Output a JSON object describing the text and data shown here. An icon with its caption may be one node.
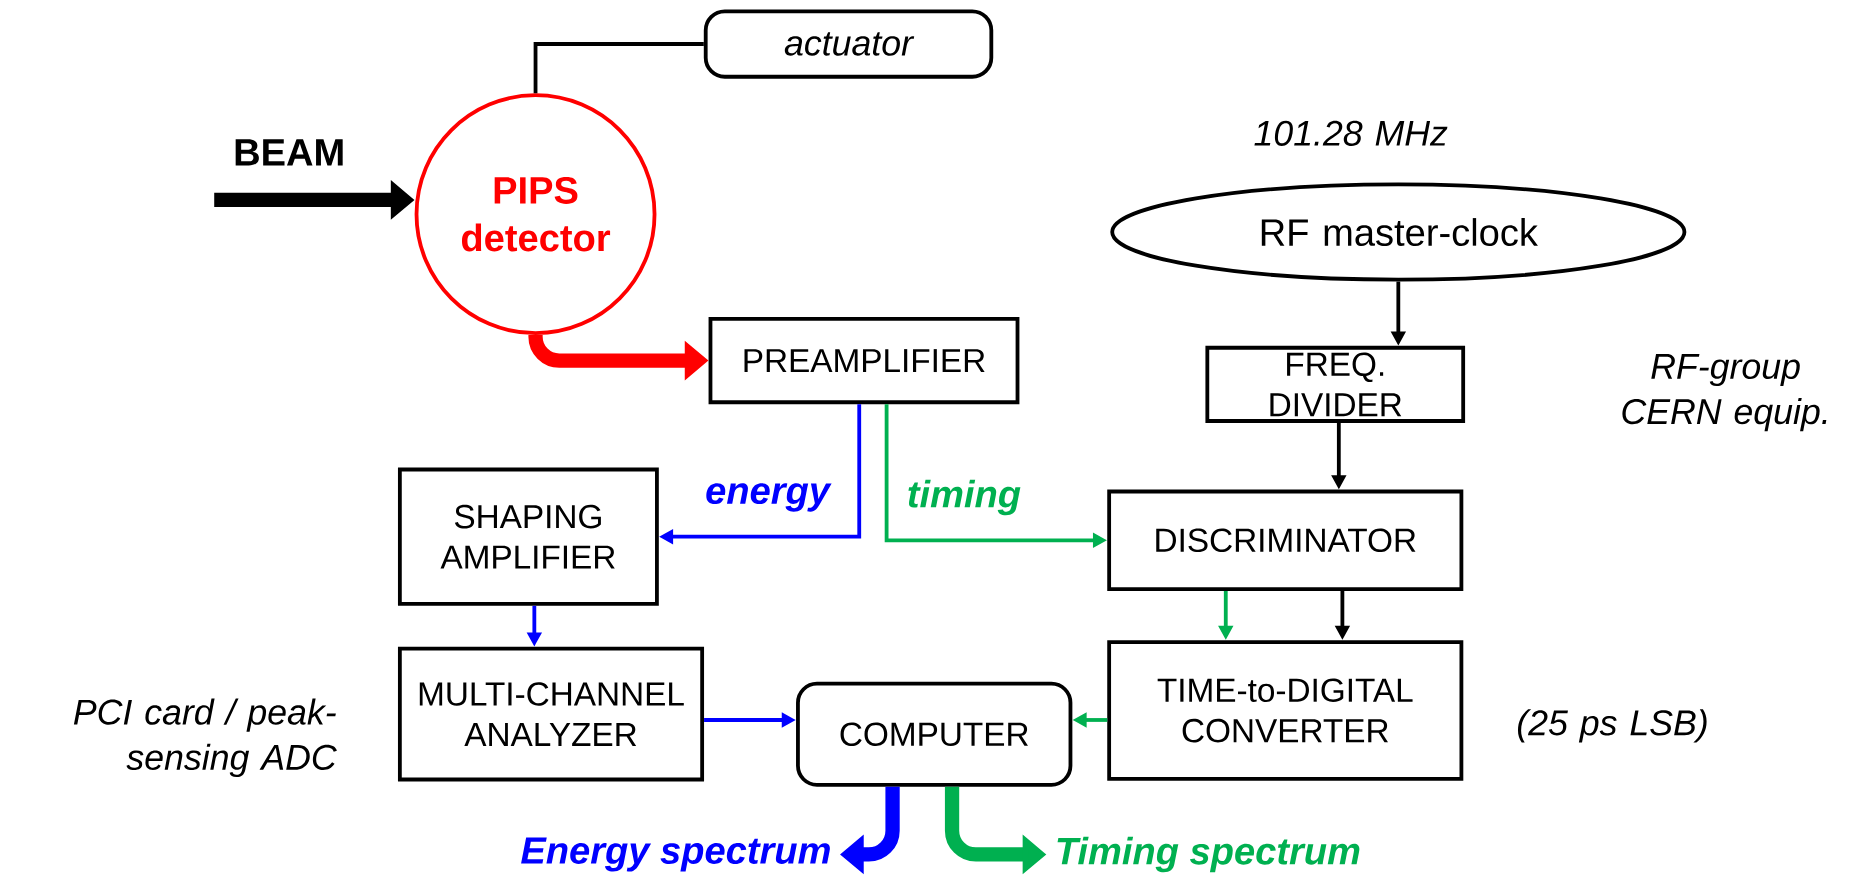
{
  "diagram": {
    "nodes": [
      {
        "text": [
          "actuator"
        ]
      },
      {
        "text": [
          "PIPS detector"
        ]
      },
      {
        "text": [
          "RF master-clock"
        ],
        "beside": [
          "101.28 MHz"
        ]
      },
      {
        "text": [
          "PREAMPLIFIER"
        ]
      },
      {
        "text": [
          "FREQ. DIVIDER"
        ]
      },
      {
        "text": [
          "SHAPING AMPLIFIER"
        ]
      },
      {
        "text": [
          "DISCRIMINATOR"
        ]
      },
      {
        "text": [
          "MULTI-CHANNEL ANALYZER"
        ],
        "beside": [
          "PCI card / peak-sensing ADC"
        ]
      },
      {
        "text": [
          "COMPUTER"
        ]
      },
      {
        "text": [
          "TIME-to-DIGITAL CONVERTER"
        ],
        "beside": [
          "(25 ps LSB)"
        ]
      },
      {
        "text": [
          "Energy spectrum"
        ]
      },
      {
        "text": [
          "Timing spectrum"
        ]
      }
    ],
    "edges": [
      {
        "from": 1,
        "to": 0,
        "arrow": "none"
      },
      {
        "from": null,
        "to": 1,
        "arrow": "to",
        "label": "BEAM",
        "style": "thick"
      },
      {
        "from": 1,
        "to": 3,
        "arrow": "to",
        "style": "thick",
        "color": "#ff0000"
      },
      {
        "from": 2,
        "to": 4,
        "arrow": "to"
      },
      {
        "from": 3,
        "to": 5,
        "arrow": "to",
        "label": "energy",
        "color": "#0000ff"
      },
      {
        "from": 3,
        "to": 6,
        "arrow": "to",
        "label": "timing",
        "color": "#00b050"
      },
      {
        "from": 4,
        "to": 6,
        "arrow": "to"
      },
      {
        "from": 5,
        "to": 7,
        "arrow": "to",
        "color": "#0000ff"
      },
      {
        "from": 6,
        "to": 9,
        "arrow": "to",
        "color": "#00b050"
      },
      {
        "from": 6,
        "to": 9,
        "arrow": "to"
      },
      {
        "from": 7,
        "to": 8,
        "arrow": "to",
        "color": "#0000ff"
      },
      {
        "from": 9,
        "to": 8,
        "arrow": "to",
        "color": "#00b050"
      },
      {
        "from": 8,
        "to": 10,
        "arrow": "to",
        "style": "thick",
        "color": "#0000ff"
      },
      {
        "from": 8,
        "to": 11,
        "arrow": "to",
        "style": "thick",
        "color": "#00b050"
      }
    ],
    "labels": [
      "RF-group CERN equip."
    ]
  }
}
